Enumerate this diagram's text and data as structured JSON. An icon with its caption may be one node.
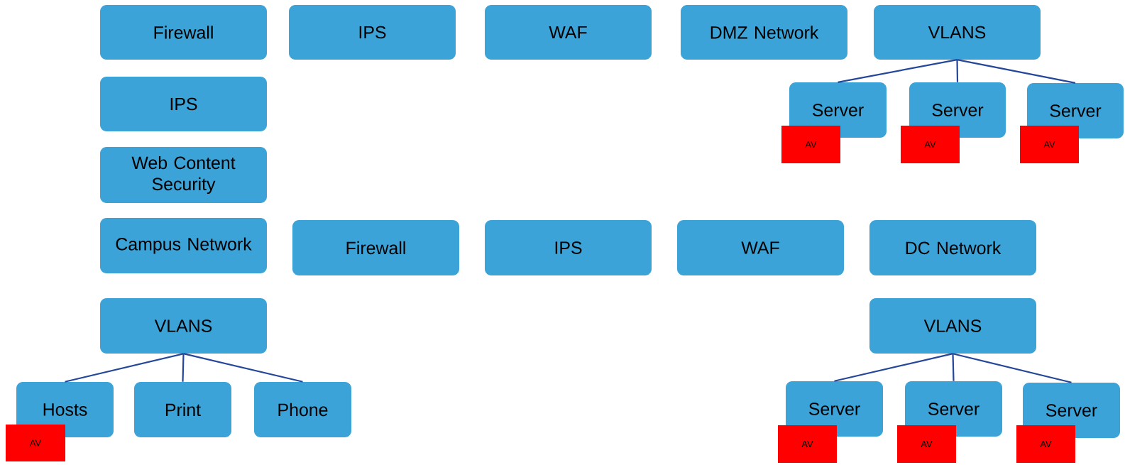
{
  "diagram": {
    "nodes": [
      {
        "text": [
          "Firewall"
        ]
      },
      {
        "text": [
          "IPS"
        ]
      },
      {
        "text": [
          "WAF"
        ]
      },
      {
        "text": [
          "DMZ Network"
        ]
      },
      {
        "text": [
          "VLANS"
        ]
      },
      {
        "text": [
          "Server"
        ]
      },
      {
        "text": [
          "Server"
        ]
      },
      {
        "text": [
          "Server"
        ]
      },
      {
        "text": [
          "AV"
        ]
      },
      {
        "text": [
          "AV"
        ]
      },
      {
        "text": [
          "AV"
        ]
      },
      {
        "text": [
          "IPS"
        ]
      },
      {
        "text": [
          "Web Content Security"
        ]
      },
      {
        "text": [
          "Campus Network"
        ]
      },
      {
        "text": [
          "Firewall"
        ]
      },
      {
        "text": [
          "IPS"
        ]
      },
      {
        "text": [
          "WAF"
        ]
      },
      {
        "text": [
          "DC Network"
        ]
      },
      {
        "text": [
          "VLANS"
        ]
      },
      {
        "text": [
          "Hosts"
        ]
      },
      {
        "text": [
          "Print"
        ]
      },
      {
        "text": [
          "Phone"
        ]
      },
      {
        "text": [
          "AV"
        ]
      },
      {
        "text": [
          "VLANS"
        ]
      },
      {
        "text": [
          "Server"
        ]
      },
      {
        "text": [
          "Server"
        ]
      },
      {
        "text": [
          "Server"
        ]
      },
      {
        "text": [
          "AV"
        ]
      },
      {
        "text": [
          "AV"
        ]
      },
      {
        "text": [
          "AV"
        ]
      }
    ],
    "edges": [
      {
        "from": 4,
        "to": 5,
        "arrow": "none"
      },
      {
        "from": 4,
        "to": 6,
        "arrow": "none"
      },
      {
        "from": 4,
        "to": 7,
        "arrow": "none"
      },
      {
        "from": 18,
        "to": 19,
        "arrow": "none"
      },
      {
        "from": 18,
        "to": 20,
        "arrow": "none"
      },
      {
        "from": 18,
        "to": 21,
        "arrow": "none"
      },
      {
        "from": 23,
        "to": 24,
        "arrow": "none"
      },
      {
        "from": 23,
        "to": 25,
        "arrow": "none"
      },
      {
        "from": 23,
        "to": 26,
        "arrow": "none"
      }
    ]
  }
}
